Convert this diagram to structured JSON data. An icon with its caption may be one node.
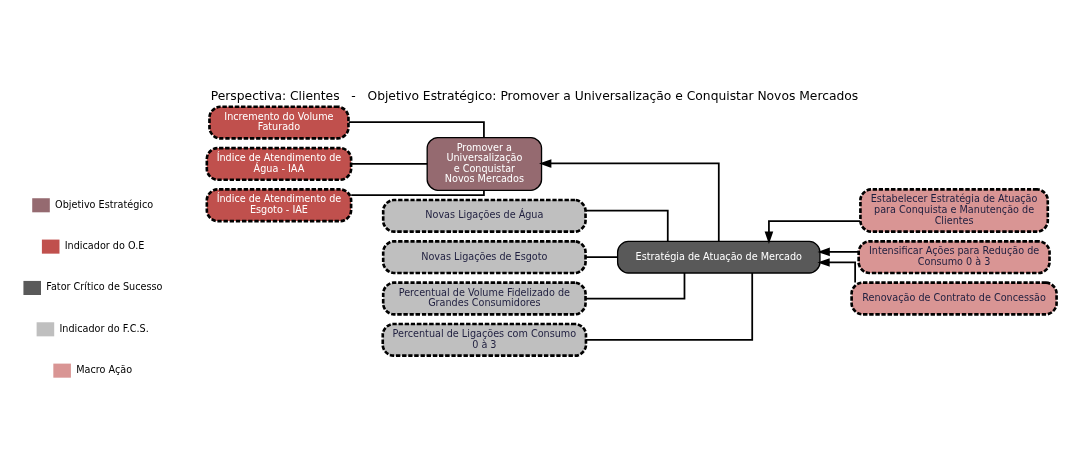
{
  "diagram": {
    "title": "Perspectiva: Clientes   -   Objetivo Estratégico: Promover a Universalização e Conquistar Novos Mercados",
    "nodes": [
      {
        "text": [
          "Promover a Universalização e Conquistar Novos Mercados"
        ]
      },
      {
        "text": [
          "Estratégia de Atuação de Mercado"
        ]
      },
      {
        "text": [
          "Incremento do Volume Faturado"
        ]
      },
      {
        "text": [
          "Índice de Atendimento de Água - IAA"
        ]
      },
      {
        "text": [
          "Índice de Atendimento de Esgoto - IAE"
        ]
      },
      {
        "text": [
          "Novas Ligações de Água"
        ]
      },
      {
        "text": [
          "Novas Ligações de Esgoto"
        ]
      },
      {
        "text": [
          "Percentual de Volume Fidelizado de Grandes Consumidores"
        ]
      },
      {
        "text": [
          "Percentual de Ligações com Consumo 0 à 3"
        ]
      },
      {
        "text": [
          "Estabelecer Estratégia de Atuação para Conquista e Manutenção de Clientes"
        ]
      },
      {
        "text": [
          "Intensificar Ações para Redução de Consumo 0 à 3"
        ]
      },
      {
        "text": [
          "Renovação de Contrato de Concessão"
        ]
      }
    ],
    "edges": [
      {
        "from": 1,
        "to": 0,
        "arrow": "to"
      },
      {
        "from": 0,
        "to": 2,
        "arrow": "none"
      },
      {
        "from": 0,
        "to": 3,
        "arrow": "none"
      },
      {
        "from": 0,
        "to": 4,
        "arrow": "none"
      },
      {
        "from": 1,
        "to": 5,
        "arrow": "none"
      },
      {
        "from": 1,
        "to": 6,
        "arrow": "none"
      },
      {
        "from": 1,
        "to": 7,
        "arrow": "none"
      },
      {
        "from": 1,
        "to": 8,
        "arrow": "none"
      },
      {
        "from": 9,
        "to": 1,
        "arrow": "to"
      },
      {
        "from": 10,
        "to": 1,
        "arrow": "to"
      },
      {
        "from": 11,
        "to": 1,
        "arrow": "to"
      }
    ],
    "legend": [
      {
        "text": "Objetivo Estratégico",
        "color": "#956a70"
      },
      {
        "text": "Indicador do O.E",
        "color": "#c0504d"
      },
      {
        "text": "Fator Crítico de Sucesso",
        "color": "#595959"
      },
      {
        "text": "Indicador do F.C.S.",
        "color": "#bfbfbf"
      },
      {
        "text": "Macro Ação",
        "color": "#d99594"
      }
    ]
  }
}
